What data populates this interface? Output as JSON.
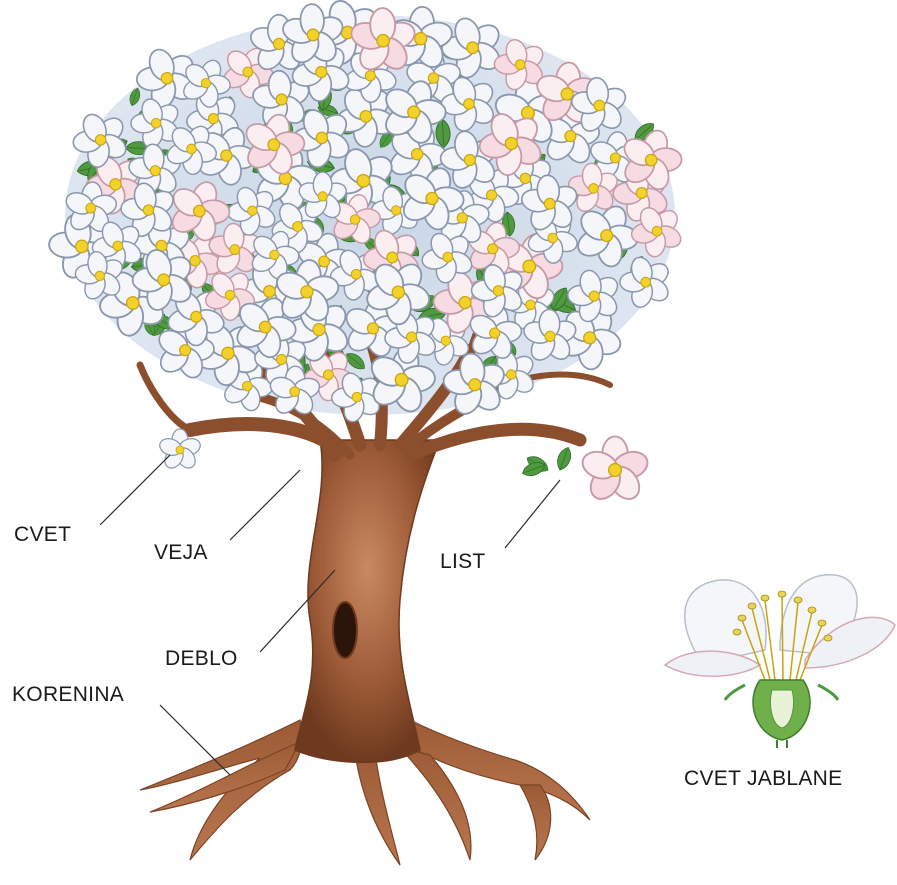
{
  "labels": {
    "cvet": "CVET",
    "veja": "VEJA",
    "list": "LIST",
    "deblo": "DEBLO",
    "korenina": "KORENINA",
    "cvet_jablane": "CVET JABLANE"
  },
  "colors": {
    "trunk": "#9c5a36",
    "trunk_dark": "#6e3a1f",
    "trunk_light": "#c98a63",
    "petal": "#f4f6fa",
    "petal_shadow": "#b9c4d6",
    "petal_pink": "#f3c3cf",
    "leaf": "#4f9a3f",
    "leaf_dark": "#2f6e2a",
    "stamen": "#f2d12a",
    "pistil_green": "#6fb04a",
    "leader_line": "#2a2a2a"
  }
}
